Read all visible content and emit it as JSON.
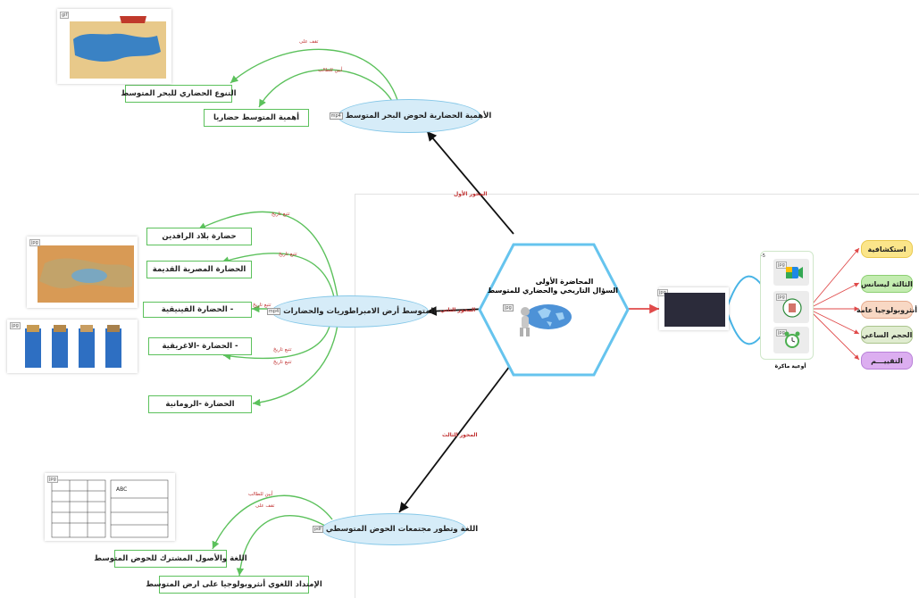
{
  "center": {
    "title_line1": "المحاضرة الأولى",
    "title_line2": "السؤال التاريخي والحضاري للمتوسط",
    "img_tag": "jpg"
  },
  "axes": [
    {
      "label": "المحور الأول"
    },
    {
      "label": "المحور الثاني"
    },
    {
      "label": "المحور الثالث"
    }
  ],
  "topic1": {
    "title": "الأهمية الحضارية لحوض البحر المتوسط",
    "tag": "mp4",
    "children": [
      {
        "label": "التنوع الحضاري للبحر المتوسط",
        "edge": "تقف على"
      },
      {
        "label": "أهمية المتوسط حضاريا",
        "edge": "أبين للطالب"
      }
    ],
    "image_tag": "gif"
  },
  "topic2": {
    "title": "المتوسط أرض الامبراطوريات والحضارات",
    "tag": "mp4",
    "children": [
      {
        "label": "حضارة بلاد الرافدين",
        "edge": "تتبع تاريخ"
      },
      {
        "label": "الحضارة المصرية القديمة",
        "edge": "تتبع تاريخ"
      },
      {
        "label": "- الحضارة الفينيقية",
        "edge": "تتبع تاريخ"
      },
      {
        "label": "- الحضارة -الاغريقية",
        "edge": "تتبع تاريخ"
      },
      {
        "label": "الحضارة -الرومانية",
        "edge": "تتبع تاريخ"
      }
    ],
    "image_tags": [
      "jpg",
      "jpg"
    ]
  },
  "topic3": {
    "title": "اللغة وتطور مجتمعات الحوض المتوسطي",
    "tag": "pdf",
    "children": [
      {
        "label": "اللغة والأصول المشترك للحوض المتوسط",
        "edge": "أبين للطالب"
      },
      {
        "label": "الإمتداد اللغوي أنثروبولوجيا على ارض المتوسط",
        "edge": "تقف على"
      }
    ],
    "image_tag": "jpg"
  },
  "right": {
    "screenshot_tag": "jpg",
    "tools_label": "أوعية ماكرة",
    "tools_tags": [
      "jpg",
      "jpg",
      "jpg"
    ],
    "tools_collapse": "-5",
    "pills": [
      {
        "label": "استكشافية",
        "color": "#fbe58a"
      },
      {
        "label": "الثالثة ليسانس",
        "color": "#c3ecb0"
      },
      {
        "label": "أنثروبولوجيا عامة",
        "color": "#f8d8c4"
      },
      {
        "label": "الحجم الساعي",
        "color": "#e0ecd0"
      },
      {
        "label": "التقييـــم",
        "color": "#dcaef0"
      }
    ]
  },
  "colors": {
    "green_line": "#5cc15c",
    "black_line": "#111111",
    "red_line": "#e04a4a",
    "blue_curve": "#48b4e6",
    "oval_fill": "#d6ecf8",
    "hex_border": "#66c4ee"
  }
}
